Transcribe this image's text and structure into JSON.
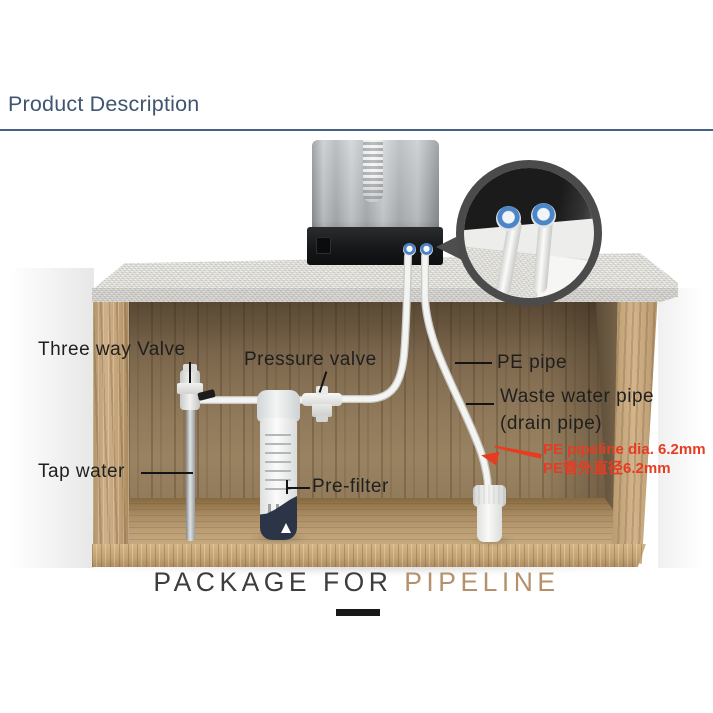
{
  "header": {
    "title": "Product Description"
  },
  "diagram": {
    "labels": {
      "three_way_valve": "Three way Valve",
      "pressure_valve": "Pressure valve",
      "pe_pipe": "PE pipe",
      "waste_water_pipe": "Waste water pipe",
      "waste_water_pipe_sub": "(drain pipe)",
      "tap_water": "Tap water",
      "pre_filter": "Pre-filter"
    },
    "annotation": {
      "pe_diameter_en": "PE pipeline dia. 6.2mm",
      "pe_diameter_zh": "PE管外直径6.2mm"
    },
    "colors": {
      "heading_text": "#3f566e",
      "heading_rule": "#45618a",
      "annotation_red": "#e73b22",
      "fitting_blue": "#4b82c6",
      "pipe_white": "#f4f4f2",
      "counter_speckle": "#dddcd6",
      "wood_light": "#c7a87c",
      "wood_dark": "#8a745a",
      "filter_navy": "#2c3548",
      "callout_ring": "#4b4b4b",
      "package_accent_tan": "#b5916b"
    }
  },
  "footer": {
    "package_prefix": "PACKAGE FOR ",
    "package_accent": "PIPELINE"
  }
}
